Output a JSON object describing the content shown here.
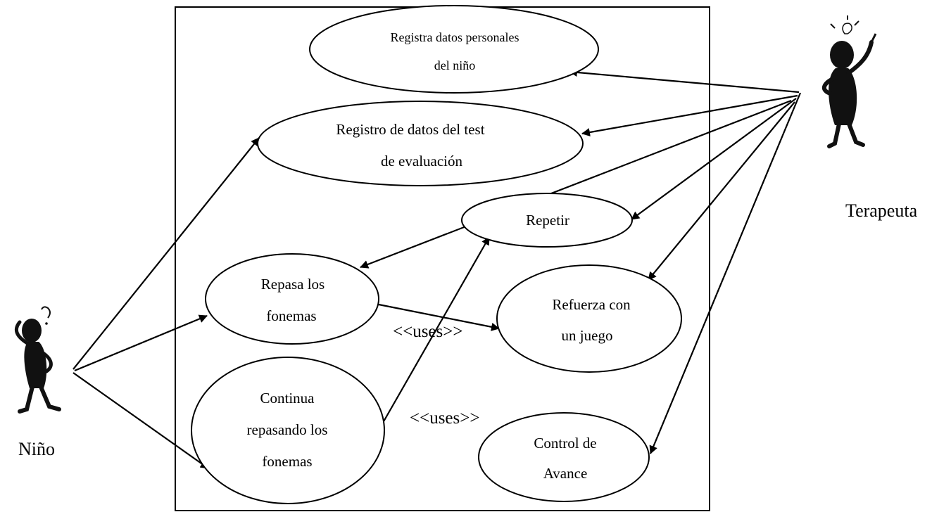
{
  "diagram": {
    "type": "use-case",
    "actors": [
      {
        "id": "nino",
        "label": "Niño"
      },
      {
        "id": "terapeuta",
        "label": "Terapeuta"
      }
    ],
    "use_cases": [
      {
        "id": "uc1",
        "lines": [
          "Registra datos personales",
          "del niño"
        ]
      },
      {
        "id": "uc2",
        "lines": [
          "Registro de datos del test",
          "de evaluación"
        ]
      },
      {
        "id": "uc3",
        "lines": [
          "Repetir"
        ]
      },
      {
        "id": "uc4",
        "lines": [
          "Repasa los",
          "fonemas"
        ]
      },
      {
        "id": "uc5",
        "lines": [
          "Refuerza con",
          "un juego"
        ]
      },
      {
        "id": "uc6",
        "lines": [
          "Continua",
          "repasando los",
          "fonemas"
        ]
      },
      {
        "id": "uc7",
        "lines": [
          "Control de",
          "Avance"
        ]
      }
    ],
    "stereotypes": [
      "<<uses>>",
      "<<uses>>"
    ],
    "relations": [
      {
        "from": "terapeuta",
        "to": "uc1"
      },
      {
        "from": "terapeuta",
        "to": "uc2"
      },
      {
        "from": "terapeuta",
        "to": "uc3"
      },
      {
        "from": "terapeuta",
        "to": "uc4"
      },
      {
        "from": "terapeuta",
        "to": "uc5"
      },
      {
        "from": "terapeuta",
        "to": "uc7"
      },
      {
        "from": "nino",
        "to": "uc2"
      },
      {
        "from": "nino",
        "to": "uc4"
      },
      {
        "from": "nino",
        "to": "uc6"
      },
      {
        "from": "uc4",
        "to": "uc5",
        "stereotype": "<<uses>>"
      },
      {
        "from": "uc6",
        "to": "uc3"
      }
    ],
    "colors": {
      "line": "#000000",
      "background": "#ffffff",
      "figure": "#111111"
    }
  }
}
